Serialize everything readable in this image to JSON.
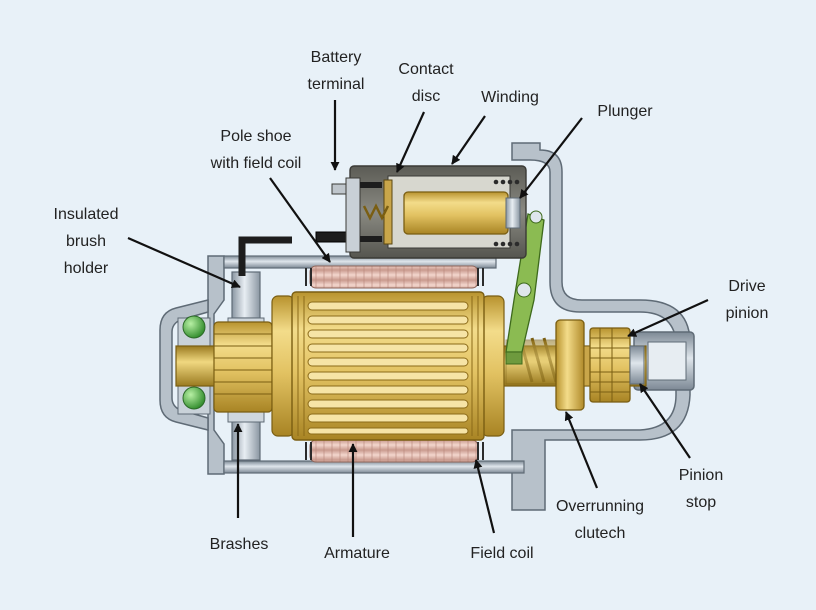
{
  "labels": {
    "battery_terminal": [
      "Battery",
      "terminal"
    ],
    "contact_disc": [
      "Contact",
      "disc"
    ],
    "winding": "Winding",
    "plunger": "Plunger",
    "pole_shoe": [
      "Pole shoe",
      "with field coil"
    ],
    "insulated_brush_holder": [
      "Insulated",
      "brush",
      "holder"
    ],
    "drive_pinion": [
      "Drive",
      "pinion"
    ],
    "pinion_stop": [
      "Pinion",
      "stop"
    ],
    "overrunning_clutch": [
      "Overrunning",
      "clutech"
    ],
    "brashes": "Brashes",
    "armature": "Armature",
    "field_coil": "Field coil"
  },
  "colors": {
    "background": "#e8f1f8",
    "housing": "#9aa6b1",
    "armature_gold": "#e3c466",
    "field_coil": "#e6c2b8",
    "bearing_green": "#5bb24a",
    "lever_green": "#7aa843",
    "solenoid_dark": "#6d6d66",
    "arrow": "#111111"
  }
}
